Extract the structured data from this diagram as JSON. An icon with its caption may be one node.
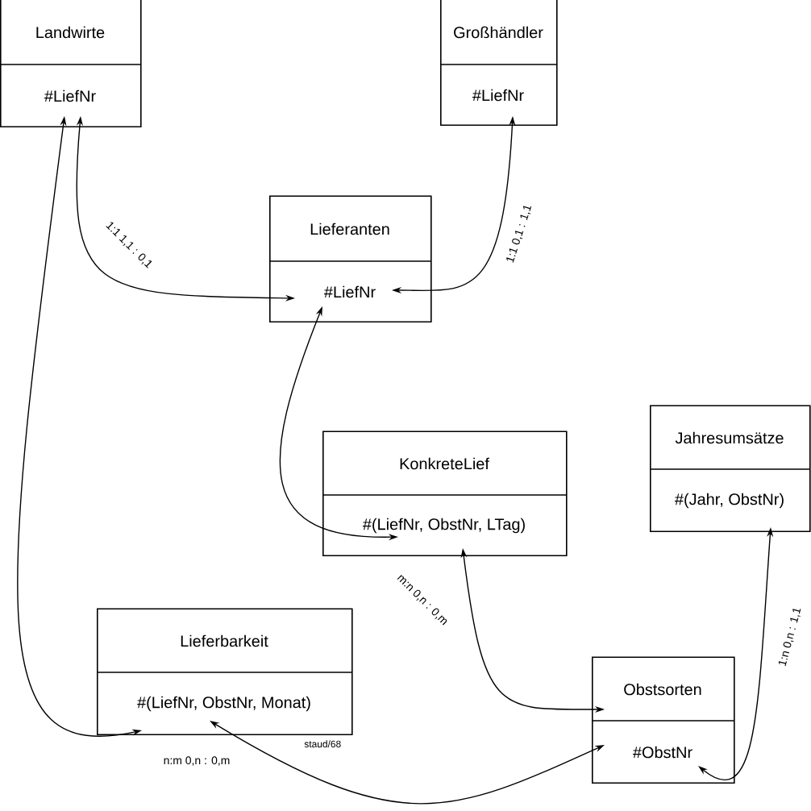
{
  "diagram": {
    "nodes": [
      {
        "text": [
          "Landwirte",
          "#LiefNr"
        ]
      },
      {
        "text": [
          "Großhändler",
          "#LiefNr"
        ]
      },
      {
        "text": [
          "Lieferanten",
          "#LiefNr"
        ]
      },
      {
        "text": [
          "KonkreteLief",
          "#(LiefNr, ObstNr, LTag)"
        ]
      },
      {
        "text": [
          "Jahresumsätze",
          "#(Jahr, ObstNr)"
        ]
      },
      {
        "text": [
          "Lieferbarkeit",
          "#(LiefNr, ObstNr, Monat)"
        ],
        "beside": [
          "staud/68"
        ]
      },
      {
        "text": [
          "Obstsorten",
          "#ObstNr"
        ]
      }
    ],
    "edges": [
      {
        "from": 0,
        "to": 2,
        "arrow": "both",
        "label": "1:1 1,1 : 0,1"
      },
      {
        "from": 1,
        "to": 2,
        "arrow": "both",
        "label": "1:1 0,1 : 1,1"
      },
      {
        "from": 2,
        "to": 3,
        "arrow": "both"
      },
      {
        "from": 3,
        "to": 6,
        "arrow": "both",
        "label": "m:n 0,n : 0,m"
      },
      {
        "from": 4,
        "to": 6,
        "arrow": "both",
        "label": "1:n 0,n : 1,1"
      },
      {
        "from": 0,
        "to": 5,
        "arrow": "both",
        "label": "n:m 0,n : 0,m"
      },
      {
        "from": 5,
        "to": 6,
        "arrow": "both"
      }
    ]
  }
}
